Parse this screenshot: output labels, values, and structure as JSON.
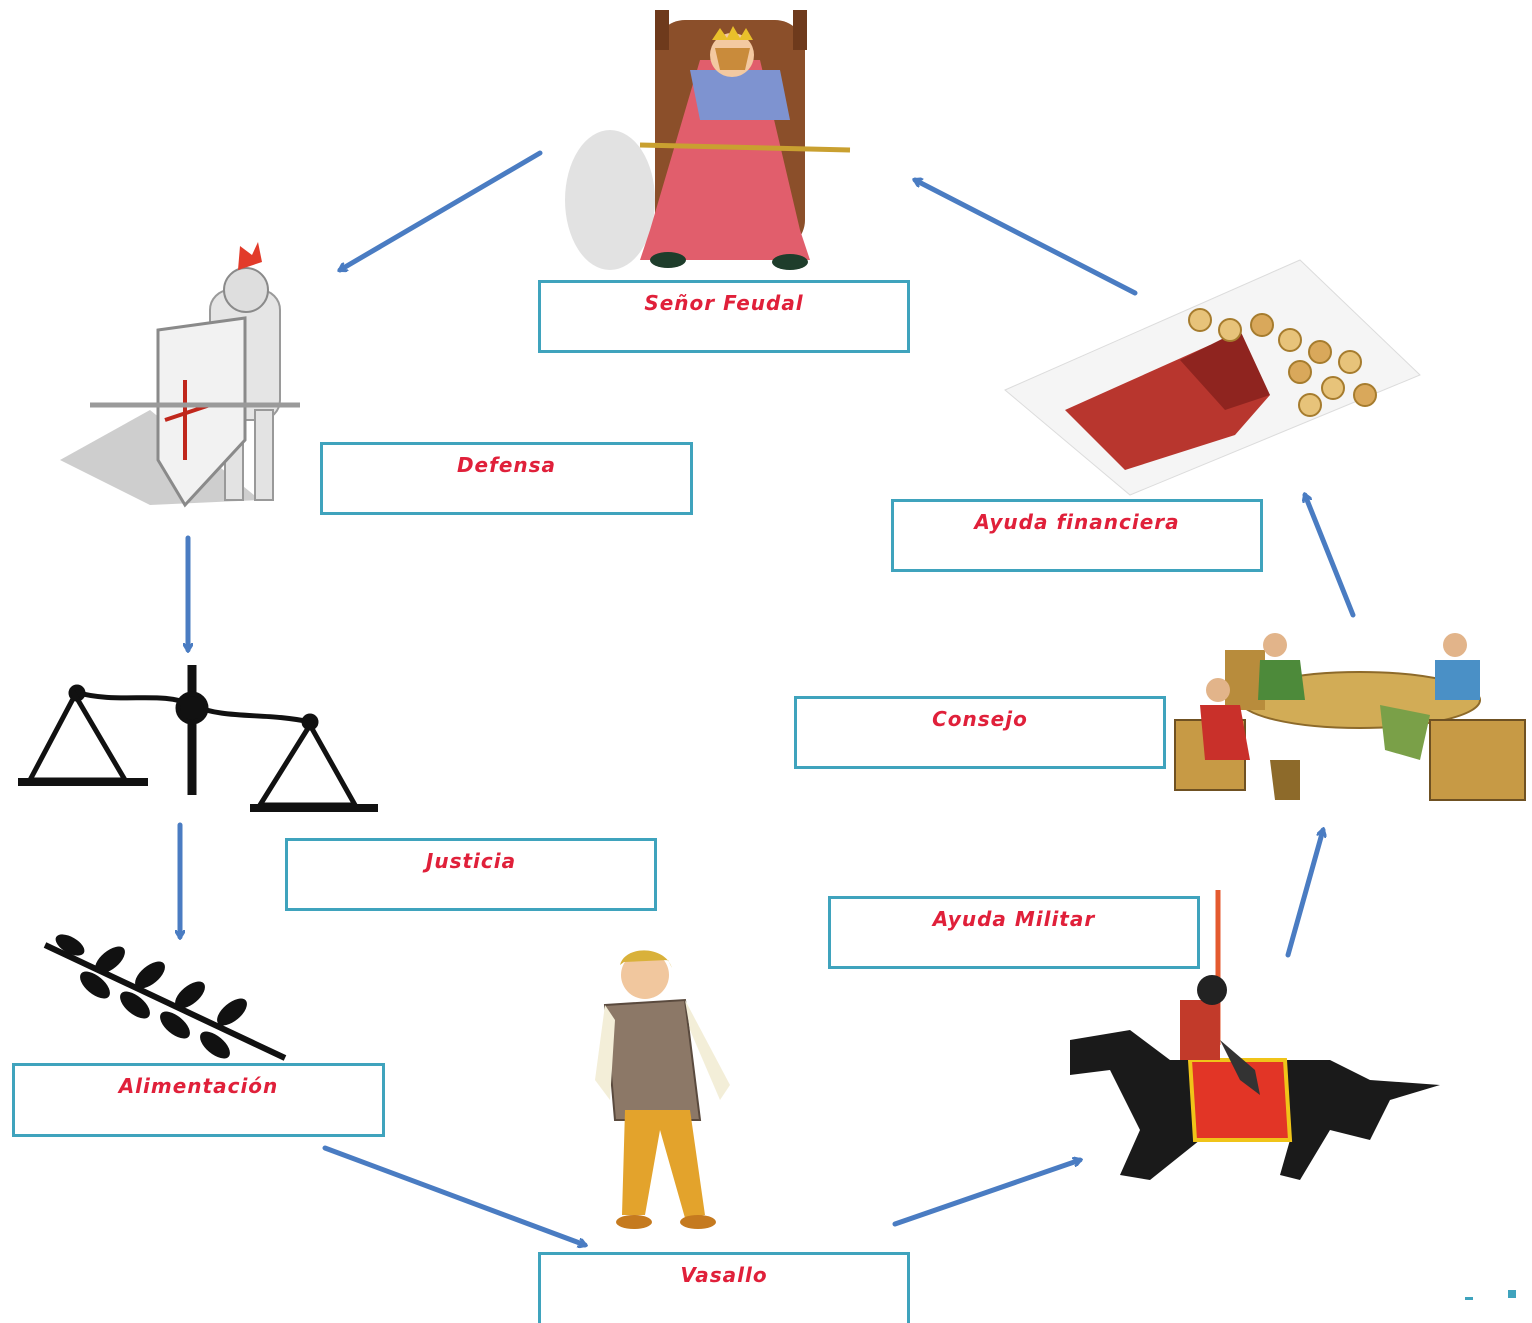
{
  "colors": {
    "arrow": "#4a7cc2",
    "box_border": "#3fa3bd",
    "label_text": "#e0203a"
  },
  "nodes": {
    "lord": {
      "label": "Señor Feudal",
      "icon": "seated-king-icon"
    },
    "defense": {
      "label": "Defensa",
      "icon": "armored-knight-icon"
    },
    "justice": {
      "label": "Justicia",
      "icon": "scales-icon"
    },
    "food": {
      "label": "Alimentación",
      "icon": "wheat-sprig-icon"
    },
    "vassal": {
      "label": "Vasallo",
      "icon": "peasant-man-icon"
    },
    "military": {
      "label": "Ayuda Militar",
      "icon": "mounted-knight-icon"
    },
    "council": {
      "label": "Consejo",
      "icon": "round-table-council-icon"
    },
    "finance": {
      "label": "Ayuda financiera",
      "icon": "coin-purse-icon"
    }
  },
  "edges": [
    {
      "from": "lord",
      "to": "defense"
    },
    {
      "from": "defense",
      "to": "justice"
    },
    {
      "from": "justice",
      "to": "food"
    },
    {
      "from": "food",
      "to": "vassal"
    },
    {
      "from": "vassal",
      "to": "military"
    },
    {
      "from": "military",
      "to": "council"
    },
    {
      "from": "council",
      "to": "finance"
    },
    {
      "from": "finance",
      "to": "lord"
    }
  ]
}
